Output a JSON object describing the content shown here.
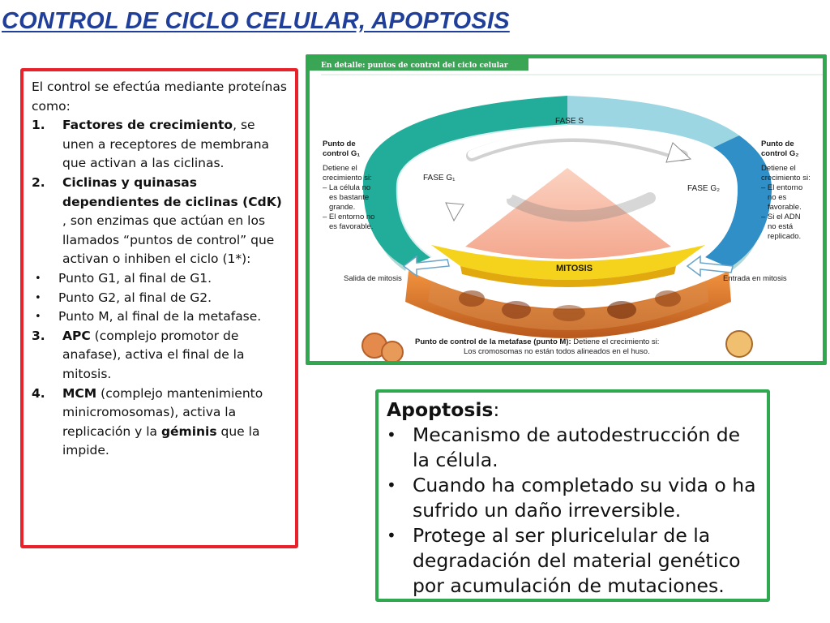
{
  "title": "CONTROL DE CICLO CELULAR, APOPTOSIS",
  "left_box": {
    "intro": "El control se efectúa mediante proteínas como:",
    "items": [
      {
        "num": "1.",
        "bold": "Factores de crecimiento",
        "rest": ", se unen a receptores de membrana que activan a las ciclinas."
      },
      {
        "num": "2.",
        "bold": "Ciclinas y quinasas dependientes de ciclinas (CdK)",
        "rest": " , son enzimas que actúan en los llamados “puntos de control” que activan o inhiben el ciclo (1*):"
      }
    ],
    "bullets": [
      {
        "mark": "•",
        "text": "Punto G1, al final de G1."
      },
      {
        "mark": "•",
        "text": "Punto  G2, al final de G2."
      },
      {
        "mark": "•",
        "text": "Punto M, al final de la metafase."
      }
    ],
    "items2": [
      {
        "num": "3.",
        "bold": "APC",
        "rest": " (complejo promotor de anafase), activa el final de la mitosis."
      }
    ],
    "item4": {
      "num": "4.",
      "bold1": "MCM",
      "rest1": " (complejo mantenimiento minicromosomas), activa la replicación y la ",
      "bold2": "géminis",
      "rest2": " que la impide."
    }
  },
  "diagram": {
    "header": "En detalle: puntos de control del ciclo celular",
    "fase_s": "FASE S",
    "fase_g1": "FASE G₁",
    "fase_g2": "FASE G₂",
    "mitosis": "MITOSIS",
    "g1_title_1": "Punto de",
    "g1_title_2": "control G₁",
    "g1_lines": [
      "Detiene el",
      "crecimiento si:",
      "– La célula no",
      "es bastante",
      "grande.",
      "– El entorno no",
      "es favorable."
    ],
    "g2_title_1": "Punto de",
    "g2_title_2": "control G₂",
    "g2_lines": [
      "Detiene el",
      "crecimiento si:",
      "– El entorno",
      "no es",
      "favorable.",
      "– Si el ADN",
      "no está",
      "replicado."
    ],
    "salida": "Salida de mitosis",
    "entrada": "Entrada en mitosis",
    "m_title": "Punto de control de la metafase (punto M):",
    "m_rest": " Detiene el crecimiento si:",
    "m_line2": "Los cromosomas no están todos alineados en el huso.",
    "colors": {
      "teal": "#27b1a4",
      "blue": "#3f97c6",
      "yellow": "#f5d21c",
      "salmon": "#f6b8a4",
      "header_green": "#3aa655"
    }
  },
  "apoptosis": {
    "title": "Apoptosis",
    "colon": ":",
    "bullets": [
      "Mecanismo de autodestrucción de la célula.",
      "Cuando ha completado su vida o ha sufrido un daño irreversible.",
      "Protege al ser pluricelular de la degradación del material genético por acumulación de mutaciones."
    ]
  }
}
